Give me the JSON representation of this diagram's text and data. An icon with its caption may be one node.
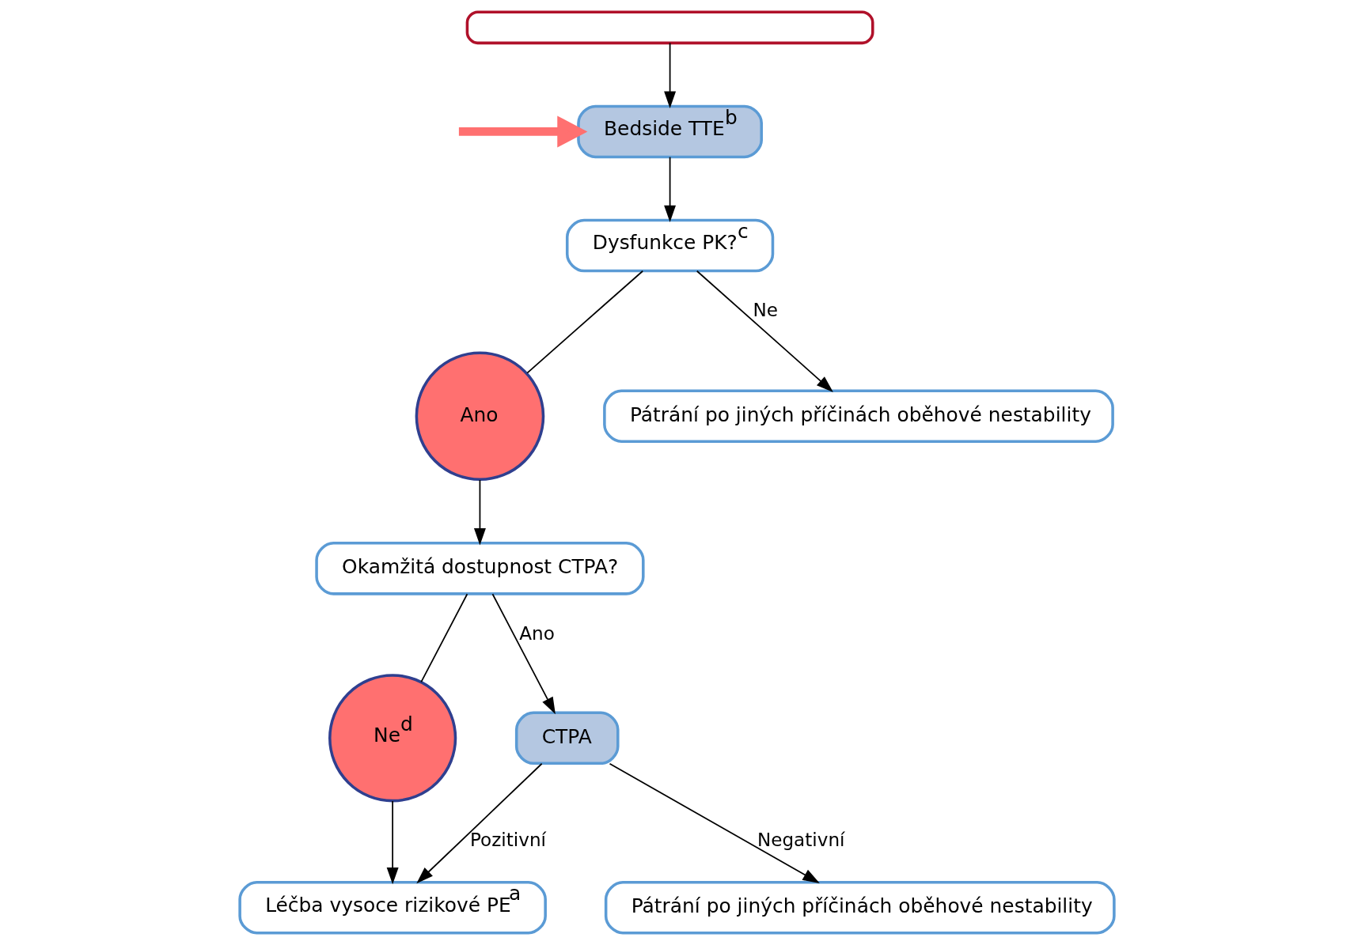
{
  "diagram": {
    "nodes": [
      {
        "text": [],
        "shape": "box"
      },
      {
        "text": [
          "Bedside TTE$^{b}$"
        ]
      },
      {
        "text": [
          "Dysfunkce PK?$^{c}$"
        ]
      },
      {
        "text": [
          "Ano"
        ]
      },
      {
        "text": [
          "Okamžitá dostupnost CTPA?"
        ]
      },
      {
        "text": [
          "Ne$^{d}$"
        ]
      },
      {
        "text": [
          "CTPA"
        ]
      },
      {
        "text": [
          "Pátrání po jiných příčinách oběhové nestability"
        ]
      },
      {
        "text": [
          "Léčba vysoce rizikové PE$^{a}$"
        ]
      },
      {
        "text": [
          "Pátrání po jiných příčinách oběhové nestability"
        ]
      }
    ],
    "edges": [
      {
        "from": 0,
        "to": 1,
        "arrow": "to"
      },
      {
        "from": null,
        "to": 1,
        "arrow": "to",
        "style": "thick",
        "color": "#ff7070"
      },
      {
        "from": 1,
        "to": 2,
        "arrow": "to"
      },
      {
        "from": 2,
        "to": 7,
        "arrow": "to",
        "label": "Ne"
      },
      {
        "from": 2,
        "to": 3,
        "arrow": "none"
      },
      {
        "from": 3,
        "to": 4,
        "arrow": "to"
      },
      {
        "from": 4,
        "to": 5,
        "arrow": "none"
      },
      {
        "from": 5,
        "to": 8,
        "arrow": "to"
      },
      {
        "from": 4,
        "to": 6,
        "arrow": "to",
        "label": "Ano"
      },
      {
        "from": 6,
        "to": 8,
        "arrow": "to",
        "label": "Pozitivní"
      },
      {
        "from": 6,
        "to": 9,
        "arrow": "to",
        "label": "Negativní"
      }
    ]
  }
}
